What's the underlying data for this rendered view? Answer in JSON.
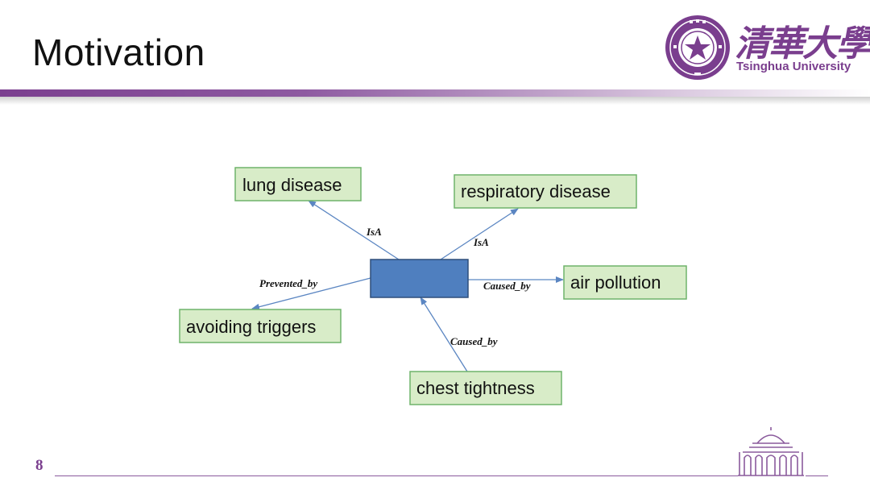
{
  "slide": {
    "title": "Motivation",
    "page_number": "8"
  },
  "logo": {
    "chinese_name": "清華大學",
    "english_name": "Tsinghua University",
    "color": "#7a3e8e"
  },
  "diagram": {
    "center_node": {
      "label": "",
      "fill": "#4f7fbf",
      "stroke": "#2e4f7a"
    },
    "nodes": [
      {
        "id": "lung-disease",
        "label": "lung disease"
      },
      {
        "id": "respiratory-disease",
        "label": "respiratory disease"
      },
      {
        "id": "air-pollution",
        "label": "air pollution"
      },
      {
        "id": "avoiding-triggers",
        "label": "avoiding triggers"
      },
      {
        "id": "chest-tightness",
        "label": "chest tightness"
      }
    ],
    "edges": [
      {
        "from": "center",
        "to": "lung-disease",
        "label": "IsA"
      },
      {
        "from": "center",
        "to": "respiratory-disease",
        "label": "IsA"
      },
      {
        "from": "center",
        "to": "air-pollution",
        "label": "Caused_by"
      },
      {
        "from": "center",
        "to": "avoiding-triggers",
        "label": "Prevented_by"
      },
      {
        "from": "chest-tightness",
        "to": "center",
        "label": "Caused_by"
      }
    ],
    "node_fill": "#d8ecc8",
    "node_stroke": "#6fb36a",
    "edge_color": "#5b86c2"
  },
  "accent_color": "#7b3f8f"
}
